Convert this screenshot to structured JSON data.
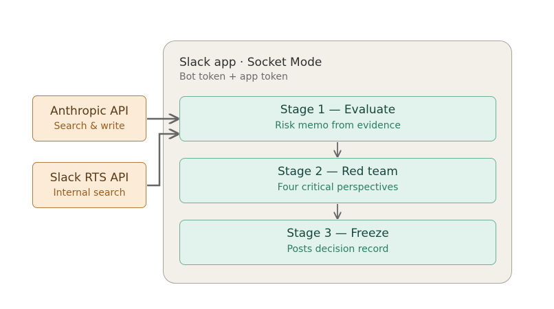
{
  "container": {
    "title": "Slack app · Socket Mode",
    "subtitle": "Bot token + app token"
  },
  "sources": [
    {
      "title": "Anthropic API",
      "subtitle": "Search & write"
    },
    {
      "title": "Slack RTS API",
      "subtitle": "Internal search"
    }
  ],
  "stages": [
    {
      "title": "Stage 1 — Evaluate",
      "subtitle": "Risk memo from evidence"
    },
    {
      "title": "Stage 2 — Red team",
      "subtitle": "Four critical perspectives"
    },
    {
      "title": "Stage 3 — Freeze",
      "subtitle": "Posts decision record"
    }
  ],
  "colors": {
    "container_bg": "#f3f0e9",
    "stage_bg": "#e1f3ec",
    "stage_border": "#6fae97",
    "source_bg": "#fcebd6",
    "source_border": "#b47a3f",
    "arrow": "#666666"
  }
}
